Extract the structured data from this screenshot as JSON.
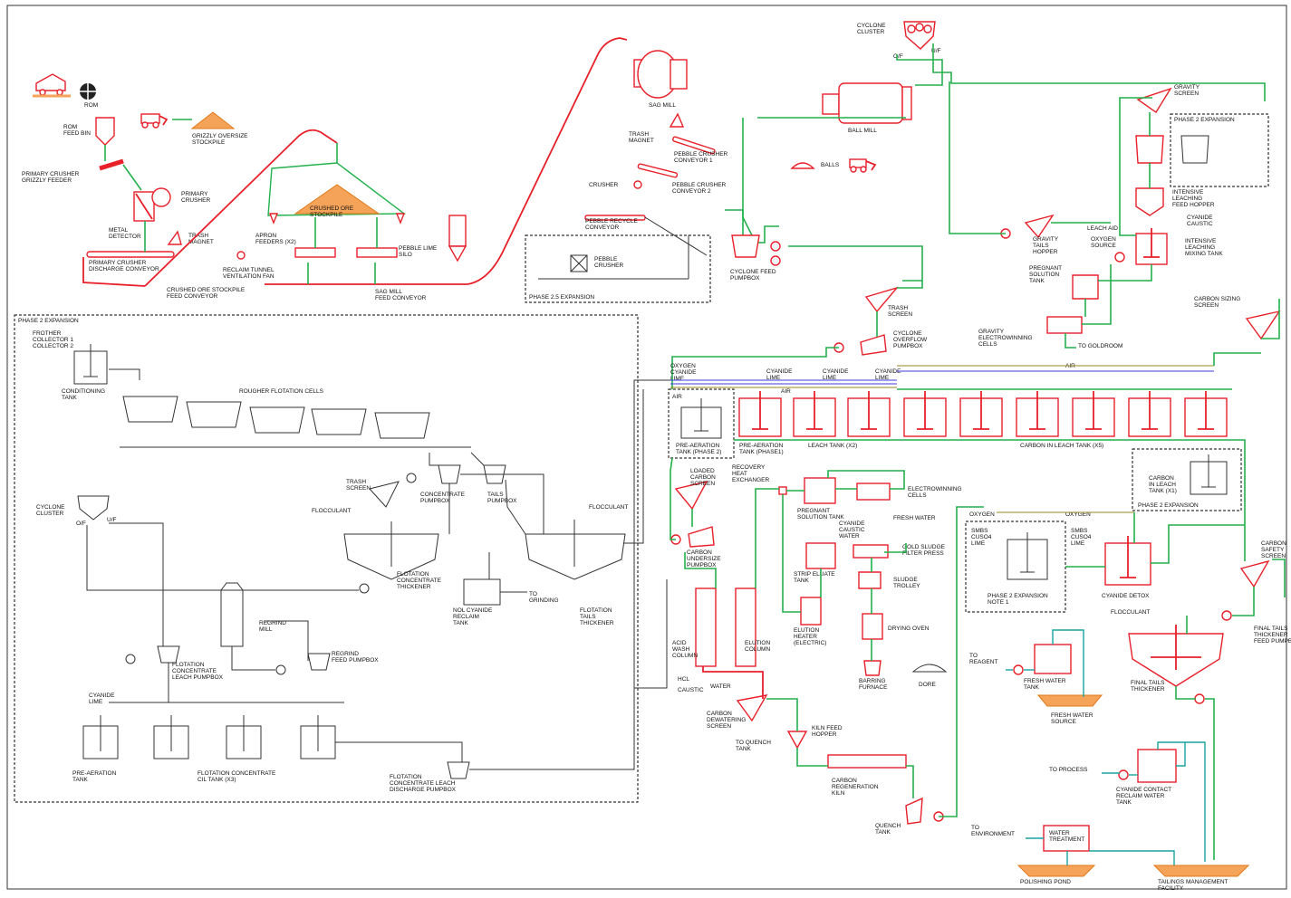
{
  "labels": {
    "rom": "ROM",
    "rom_feed_bin": "ROM\nFEED BIN",
    "grizzly_oversize": "GRIZZLY OVERSIZE\nSTOCKPILE",
    "primary_crusher_feeder": "PRIMARY CRUSHER\nGRIZZLY FEEDER",
    "primary_crusher": "PRIMARY\nCRUSHER",
    "metal_detector": "METAL\nDETECTOR",
    "trash_magnet_1": "TRASH\nMAGNET",
    "primary_discharge_conveyor": "PRIMARY CRUSHER\nDISCHARGE CONVEYOR",
    "reclaim_fan": "RECLAIM TUNNEL\nVENTILATION FAN",
    "crushed_ore_feed": "CRUSHED ORE STOCKPILE\nFEED CONVEYOR",
    "crushed_ore_stockpile": "CRUSHED ORE\nSTOCKPILE",
    "apron_feeders": "APRON\nFEEDERS (X2)",
    "pebble_lime_silo": "PEBBLE LIME\nSILO",
    "sag_feed_conveyor": "SAG MILL\nFEED CONVEYOR",
    "sag_mill": "SAG MILL",
    "trash_magnet_2": "TRASH\nMAGNET",
    "pebble_conv_1": "PEBBLE CRUSHER\nCONVEYOR 1",
    "pebble_conv_2": "PEBBLE CRUSHER\nCONVEYOR 2",
    "crusher_label": "CRUSHER",
    "pebble_recycle": "PEBBLE RECYCLE\nCONVEYOR",
    "pebble_crusher": "PEBBLE\nCRUSHER",
    "phase_25": "PHASE 2.5 EXPANSION",
    "cyclone_cluster_top": "CYCLONE\nCLUSTER",
    "of": "O/F",
    "uf": "U/F",
    "ball_mill": "BALL MILL",
    "balls": "BALLS",
    "cyclone_feed_pumps": "CYCLONE FEED\nPUMPBOX",
    "gravity_screen": "GRAVITY\nSCREEN",
    "phase2_top": "PHASE 2 EXPANSION",
    "intensive_feed_hopper": "INTENSIVE\nLEACHING\nFEED HOPPER",
    "cyanide_caustic_top": "CYANIDE\nCAUSTIC",
    "leach_aid": "LEACH AID",
    "oxygen_source": "OXYGEN\nSOURCE",
    "intensive_leach_tank": "INTENSIVE\nLEACHING\nMIXING TANK",
    "gravity_tails_hopper": "GRAVITY\nTAILS\nHOPPER",
    "pregnant_solution_tank_top": "PREGNANT\nSOLUTION\nTANK",
    "gravity_ew": "GRAVITY\nELECTROWINNING\nCELLS",
    "to_goldroom": "TO GOLDROOM",
    "trash_screen": "TRASH\nSCREEN",
    "cyclone_overflow_pumpbox": "CYCLONE\nOVERFLOW\nPUMPBOX",
    "carbon_sizing": "CARBON SIZING\nSCREEN",
    "air": "AIR",
    "oxygen_cyanide_lime": "OXYGEN\nCYANIDE\nLIME",
    "cyanide_lime_a": "CYANIDE\nLIME",
    "cyanide_lime_b": "CYANIDE\nLIME",
    "cyanide_lime_c": "CYANIDE\nLIME",
    "pre_aeration_phase2": "PRE-AERATION\nTANK (PHASE 2)",
    "pre_aeration_tank": "PRE-AERATION\nTANK (PHASE1)",
    "leach_tank": "LEACH TANK (X2)",
    "cil_tanks": "CARBON IN LEACH TANK (X5)",
    "cil_phase2": "CARBON\nIN LEACH\nTANK (X1)",
    "phase2_exp_cil": "PHASE 2 EXPANSION",
    "loaded_carbon_screen": "LOADED\nCARBON\nSCREEN",
    "recovery_heat_exchanger": "RECOVERY\nHEAT\nEXCHANGER",
    "pregnant_solution_tank": "PREGNANT\nSOLUTION TANK",
    "electrowinning": "ELECTROWINNING\nCELLS",
    "cyanide_caustic_water": "CYANIDE\nCAUSTIC\nWATER",
    "fresh_water_sm": "FRESH WATER",
    "strip_eluate": "STRIP ELUATE\nTANK",
    "gold_sludge_filter": "GOLD SLUDGE\nFILTER PRESS",
    "sludge_trolley": "SLUDGE\nTROLLEY",
    "drying_oven": "DRYING OVEN",
    "barring_furnace": "BARRING\nFURNACE",
    "dore": "DORE",
    "carbon_underflow": "CARBON\nUNDERSIZE\nPUMPBOX",
    "acid_wash": "ACID\nWASH\nCOLUMN",
    "elution_column": "ELUTION\nCOLUMN",
    "elution_heater": "ELUTION\nHEATER\n(ELECTRIC)",
    "hcl": "HCL",
    "water": "WATER",
    "caustic": "CAUSTIC",
    "carbon_dewatering": "CARBON\nDEWATERING\nSCREEN",
    "to_quench": "TO QUENCH\nTANK",
    "kiln_feed_hopper": "KILN FEED\nHOPPER",
    "carbon_regen_kiln": "CARBON\nREGENERATION\nKILN",
    "quench_tank": "QUENCH\nTANK",
    "oxygen_a": "OXYGEN",
    "oxygen_b": "OXYGEN",
    "smbs_a": "SMBS\nCUSO4\nLIME",
    "smbs_b": "SMBS\nCUSO4\nLIME",
    "phase2_exp_note": "PHASE 2 EXPANSION\nNOTE 1",
    "cyanide_detox": "CYANIDE DETOX",
    "carbon_safety": "CARBON\nSAFETY\nSCREEN",
    "flocculant_r": "FLOCCULANT",
    "final_tails_thickener": "FINAL TAILS\nTHICKENER",
    "final_tails_pumps": "FINAL TAILS\nTHICKENER\nFEED PUMPBOX",
    "to_reagent": "TO\nREAGENT",
    "fresh_water_tank": "FRESH WATER\nTANK",
    "fresh_water_source": "FRESH WATER\nSOURCE",
    "to_process": "TO PROCESS",
    "cyanide_contact_tank": "CYANIDE CONTACT\nRECLAIM WATER\nTANK",
    "to_environment": "TO\nENVIRONMENT",
    "water_treatment": "WATER\nTREATMENT",
    "polishing_pond": "POLISHING POND",
    "tailings_facility": "TAILINGS MANAGEMENT\nFACILITY",
    "phase2_exp_flot": "PHASE 2 EXPANSION",
    "frother": "FROTHER\nCOLLECTOR 1\nCOLLECTOR 2",
    "conditioning_tank": "CONDITIONING\nTANK",
    "rougher_cells": "ROUGHER FLOTATION CELLS",
    "trash_screen_flot": "TRASH\nSCREEN",
    "concentrate_pumpbox": "CONCENTRATE\nPUMPBOX",
    "tails_pumpbox": "TAILS\nPUMPBOX",
    "flocculant_a": "FLOCCULANT",
    "flocculant_b": "FLOCCULANT",
    "cyclone_cluster_flot": "CYCLONE\nCLUSTER",
    "flot_concentrate_thickener": "FLOTATION\nCONCENTRATE\nTHICKENER",
    "to_grinding": "TO\nGRINDING",
    "nol_cyanide": "NOL CYANIDE\nRECLAIM\nTANK",
    "flot_tails_thickener": "FLOTATION\nTAILS\nTHICKENER",
    "regrind_mill": "REGRIND\nMILL",
    "regrind_feed": "REGRIND\nFEED PUMPBOX",
    "flot_conc_leach_pumps": "FLOTATION\nCONCENTRATE\nLEACH PUMPBOX",
    "cyanide_lime_flot": "CYANIDE\nLIME",
    "pre_aeration_flot": "PRE-AERATION\nTANK",
    "flot_conc_cil": "FLOTATION CONCENTRATE\nCIL TANK (X3)",
    "flot_conc_leach_discharge": "FLOTATION\nCONCENTRATE LEACH\nDISCHARGE PUMPBOX"
  }
}
